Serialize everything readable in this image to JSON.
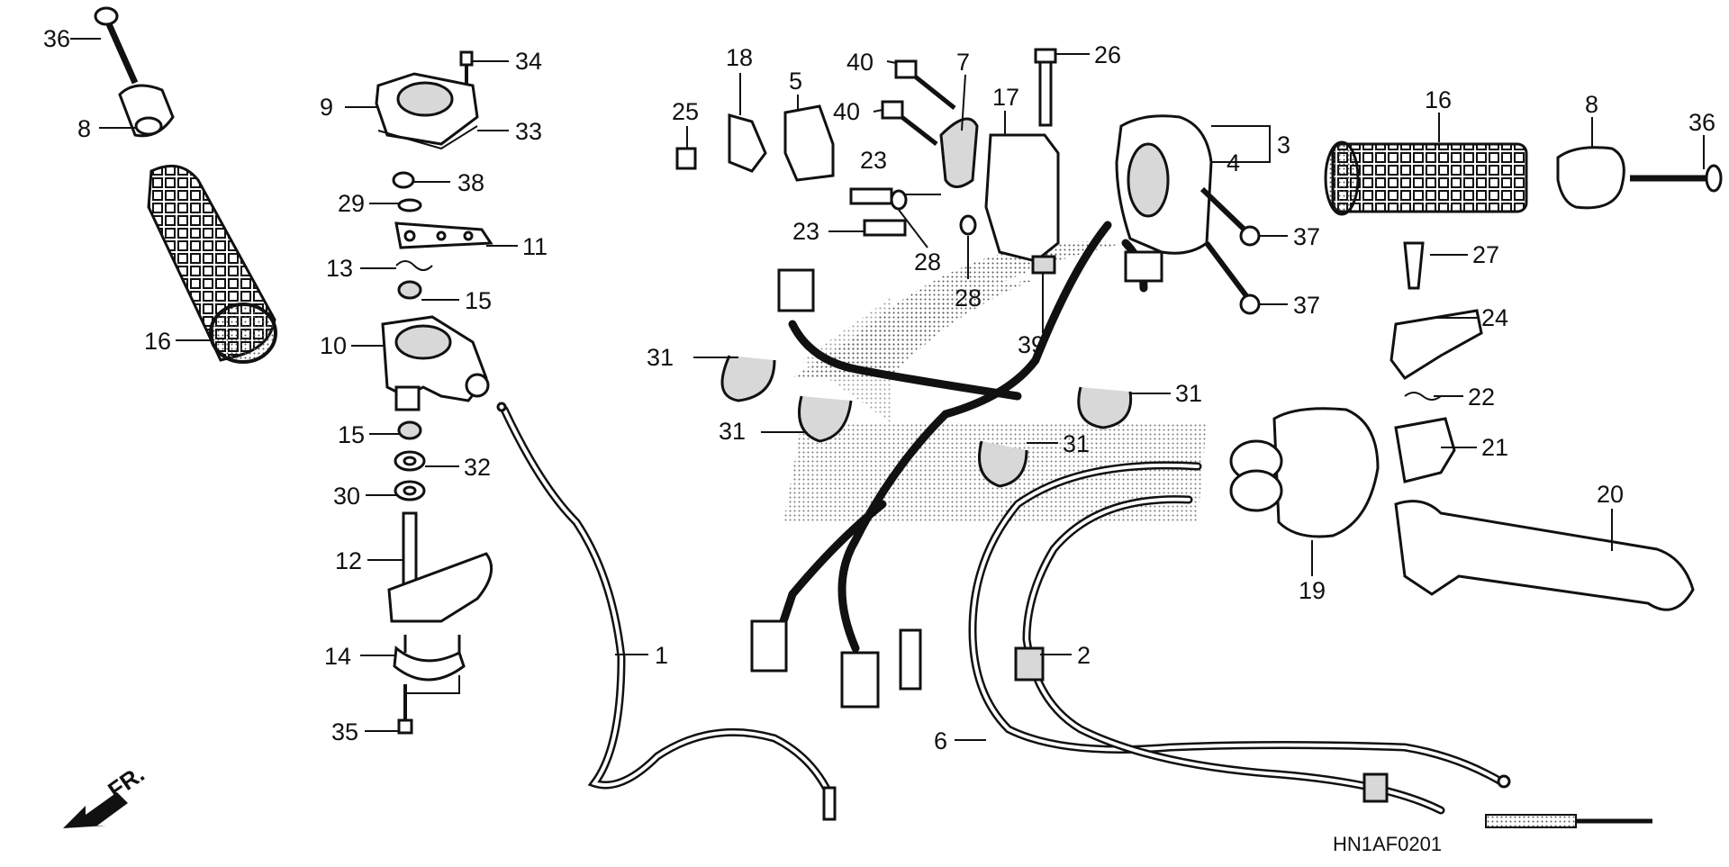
{
  "diagram": {
    "drawing_code": "HN1AF0201",
    "direction_mark": "FR.",
    "callouts": [
      {
        "id": "c36a",
        "text": "36"
      },
      {
        "id": "c8a",
        "text": "8"
      },
      {
        "id": "c16a",
        "text": "16"
      },
      {
        "id": "c9",
        "text": "9"
      },
      {
        "id": "c34",
        "text": "34"
      },
      {
        "id": "c33",
        "text": "33"
      },
      {
        "id": "c38",
        "text": "38"
      },
      {
        "id": "c29",
        "text": "29"
      },
      {
        "id": "c11",
        "text": "11"
      },
      {
        "id": "c13",
        "text": "13"
      },
      {
        "id": "c15a",
        "text": "15"
      },
      {
        "id": "c10",
        "text": "10"
      },
      {
        "id": "c15b",
        "text": "15"
      },
      {
        "id": "c32",
        "text": "32"
      },
      {
        "id": "c30",
        "text": "30"
      },
      {
        "id": "c12",
        "text": "12"
      },
      {
        "id": "c14",
        "text": "14"
      },
      {
        "id": "c35",
        "text": "35"
      },
      {
        "id": "c1",
        "text": "1"
      },
      {
        "id": "c18",
        "text": "18"
      },
      {
        "id": "c5",
        "text": "5"
      },
      {
        "id": "c25",
        "text": "25"
      },
      {
        "id": "c40a",
        "text": "40"
      },
      {
        "id": "c40b",
        "text": "40"
      },
      {
        "id": "c7",
        "text": "7"
      },
      {
        "id": "c26",
        "text": "26"
      },
      {
        "id": "c17",
        "text": "17"
      },
      {
        "id": "c23a",
        "text": "23"
      },
      {
        "id": "c23b",
        "text": "23"
      },
      {
        "id": "c28a",
        "text": "28"
      },
      {
        "id": "c28b",
        "text": "28"
      },
      {
        "id": "c39",
        "text": "39"
      },
      {
        "id": "c3",
        "text": "3"
      },
      {
        "id": "c4",
        "text": "4"
      },
      {
        "id": "c37a",
        "text": "37"
      },
      {
        "id": "c37b",
        "text": "37"
      },
      {
        "id": "c31a",
        "text": "31"
      },
      {
        "id": "c31b",
        "text": "31"
      },
      {
        "id": "c31c",
        "text": "31"
      },
      {
        "id": "c31d",
        "text": "31"
      },
      {
        "id": "c16b",
        "text": "16"
      },
      {
        "id": "c8b",
        "text": "8"
      },
      {
        "id": "c36b",
        "text": "36"
      },
      {
        "id": "c27",
        "text": "27"
      },
      {
        "id": "c24",
        "text": "24"
      },
      {
        "id": "c22",
        "text": "22"
      },
      {
        "id": "c21",
        "text": "21"
      },
      {
        "id": "c20",
        "text": "20"
      },
      {
        "id": "c19",
        "text": "19"
      },
      {
        "id": "c2",
        "text": "2"
      },
      {
        "id": "c6",
        "text": "6"
      }
    ]
  }
}
